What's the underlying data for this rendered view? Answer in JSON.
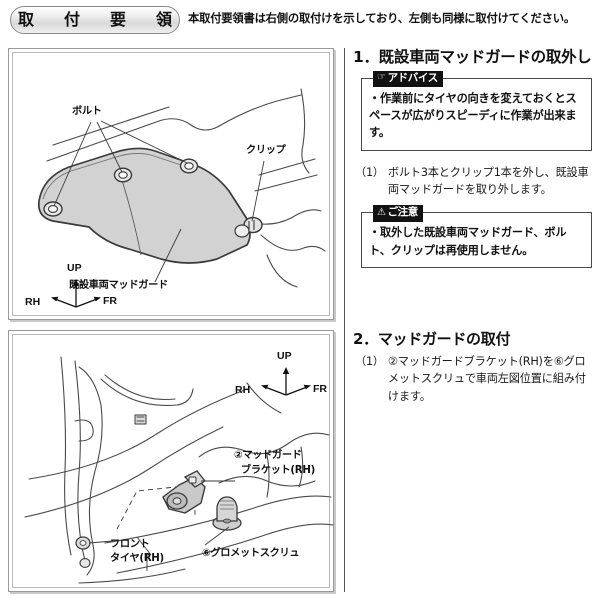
{
  "header": {
    "title_badge": "取　付　要　領",
    "intro": "本取付要領書は右側の取付けを示しており、左側も同様に取付けてください。"
  },
  "sections": [
    {
      "number": "1.",
      "title": "1．既設車両マッドガードの取外し",
      "advice": {
        "badge_icon": "pointing-hand-icon",
        "badge_label": "アドバイス",
        "body": "・作業前にタイヤの向きを変えておくとスペースが広がりスピーディに作業が出来ます。"
      },
      "step": {
        "no": "（1）",
        "text": "ボルト3本とクリップ1本を外し、既設車両マッドガードを取り外します。"
      },
      "caution": {
        "badge_icon": "warning-triangle-icon",
        "badge_label": "ご注意",
        "body": "・取外した既設車両マッドガード、ボルト、クリップは再使用しません。"
      }
    },
    {
      "number": "2.",
      "title": "2．マッドガードの取付",
      "step": {
        "no": "（1）",
        "text": "②マッドガードブラケット(RH)を⑥グロメットスクリュで車両左図位置に組み付けます。"
      }
    }
  ],
  "diagrams": [
    {
      "name": "existing-mudguard-removal",
      "labels": {
        "bolt": "ボルト",
        "clip": "クリップ",
        "mudguard": "既設車両マッドガード"
      },
      "axis": {
        "up": "UP",
        "rh": "RH",
        "fr": "FR"
      }
    },
    {
      "name": "mudguard-bracket-installation",
      "labels": {
        "bracket_line1": "②マッドガード",
        "bracket_line2": "ブラケット(RH)",
        "tire_line1": "フロント",
        "tire_line2": "タイヤ(RH)",
        "grommet": "⑥グロメットスクリュ"
      },
      "axis": {
        "up": "UP",
        "rh": "RH",
        "fr": "FR"
      }
    }
  ],
  "colors": {
    "part_fill": "#d2d2d2",
    "line": "#3a3a3a",
    "badge_bg": "#111111",
    "panel_border": "#9a9a9a"
  }
}
